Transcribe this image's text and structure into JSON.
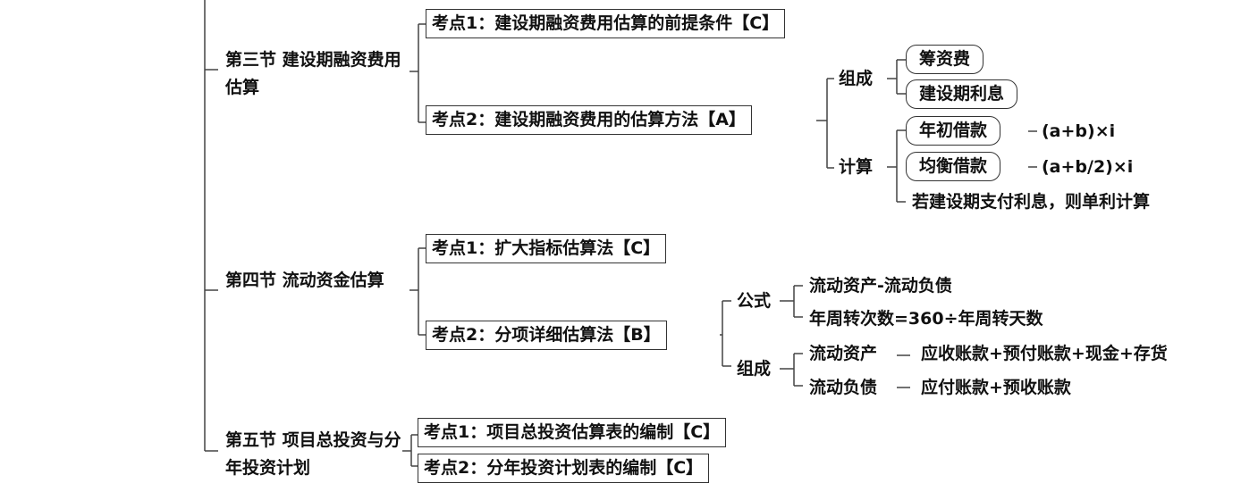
{
  "sections": [
    {
      "title": "第三节 建设期融资费用估算",
      "points": [
        "考点1：建设期融资费用估算的前提条件【C】",
        "考点2：建设期融资费用的估算方法【A】"
      ],
      "composition_label": "组成",
      "composition": [
        "筹资费",
        "建设期利息"
      ],
      "calc_label": "计算",
      "calc": [
        {
          "name": "年初借款",
          "formula": "(a+b)×i"
        },
        {
          "name": "均衡借款",
          "formula": "(a+b/2)×i"
        }
      ],
      "calc_note": "若建设期支付利息，则单利计算"
    },
    {
      "title": "第四节 流动资金估算",
      "points": [
        "考点1：扩大指标估算法【C】",
        "考点2：分项详细估算法【B】"
      ],
      "formula_label": "公式",
      "formulas": [
        "流动资产-流动负债",
        "年周转次数=360÷年周转天数"
      ],
      "composition_label": "组成",
      "composition": [
        {
          "name": "流动资产",
          "value": "应收账款+预付账款+现金+存货"
        },
        {
          "name": "流动负债",
          "value": "应付账款+预收账款"
        }
      ]
    },
    {
      "title": "第五节 项目总投资与分年投资计划",
      "points": [
        "考点1：项目总投资估算表的编制【C】",
        "考点2：分年投资计划表的编制【C】"
      ]
    }
  ],
  "colors": {
    "highlight": "#1f3fd0",
    "line": "#333333"
  }
}
